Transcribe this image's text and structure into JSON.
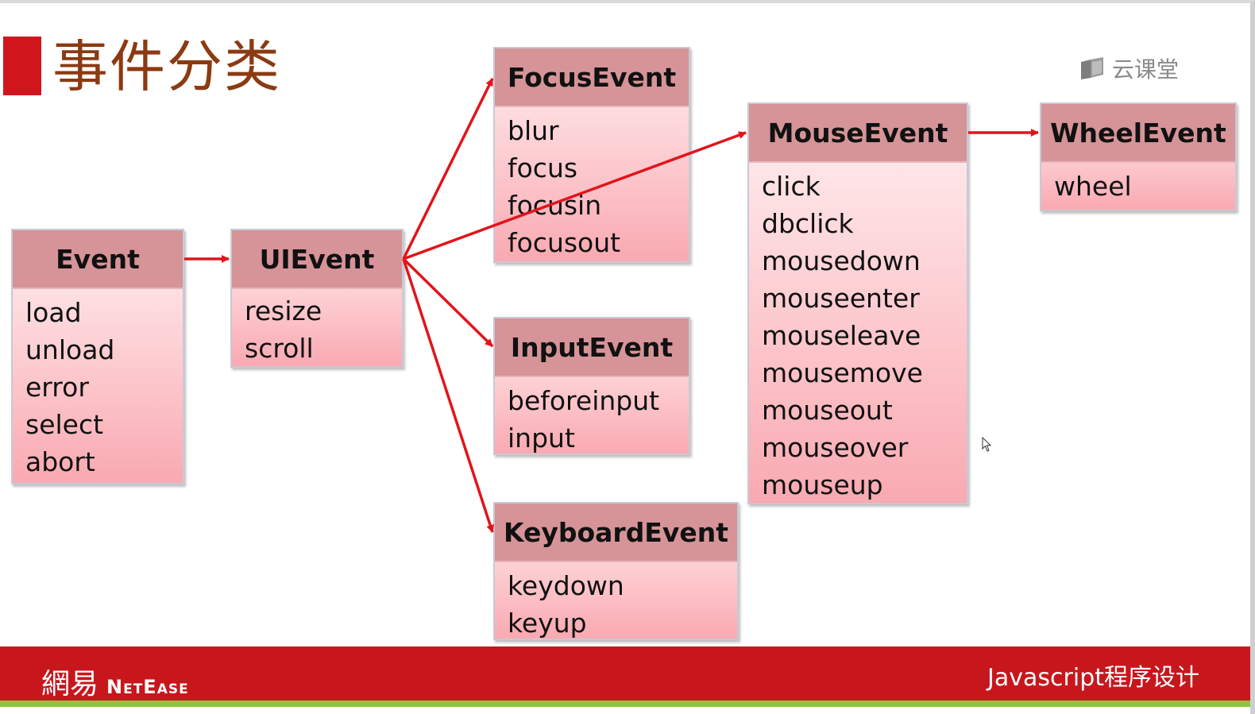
{
  "slide": {
    "title": "事件分类",
    "logo_text": "云课堂",
    "footer_brand_cn": "網易",
    "footer_brand_en": "NetEase",
    "footer_course": "Javascript程序设计"
  },
  "colors": {
    "accent_red": "#d0161c",
    "title_brown": "#8b3a12",
    "box_header": "#d69498",
    "arrow_red": "#e1141b",
    "footer_red": "#c8161d",
    "footer_green": "#8cc63f"
  },
  "boxes": [
    {
      "id": "event",
      "title": "Event",
      "items": [
        "load",
        "unload",
        "error",
        "select",
        "abort"
      ]
    },
    {
      "id": "uievent",
      "title": "UIEvent",
      "items": [
        "resize",
        "scroll"
      ]
    },
    {
      "id": "focusevent",
      "title": "FocusEvent",
      "items": [
        "blur",
        "focus",
        "focusin",
        "focusout"
      ]
    },
    {
      "id": "inputevent",
      "title": "InputEvent",
      "items": [
        "beforeinput",
        "input"
      ]
    },
    {
      "id": "keyboardevent",
      "title": "KeyboardEvent",
      "items": [
        "keydown",
        "keyup"
      ]
    },
    {
      "id": "mouseevent",
      "title": "MouseEvent",
      "items": [
        "click",
        "dbclick",
        "mousedown",
        "mouseenter",
        "mouseleave",
        "mousemove",
        "mouseout",
        "mouseover",
        "mouseup"
      ]
    },
    {
      "id": "wheelevent",
      "title": "WheelEvent",
      "items": [
        "wheel"
      ]
    }
  ],
  "edges": [
    {
      "from": "event",
      "to": "uievent"
    },
    {
      "from": "uievent",
      "to": "focusevent"
    },
    {
      "from": "uievent",
      "to": "mouseevent"
    },
    {
      "from": "uievent",
      "to": "inputevent"
    },
    {
      "from": "uievent",
      "to": "keyboardevent"
    },
    {
      "from": "mouseevent",
      "to": "wheelevent"
    }
  ]
}
